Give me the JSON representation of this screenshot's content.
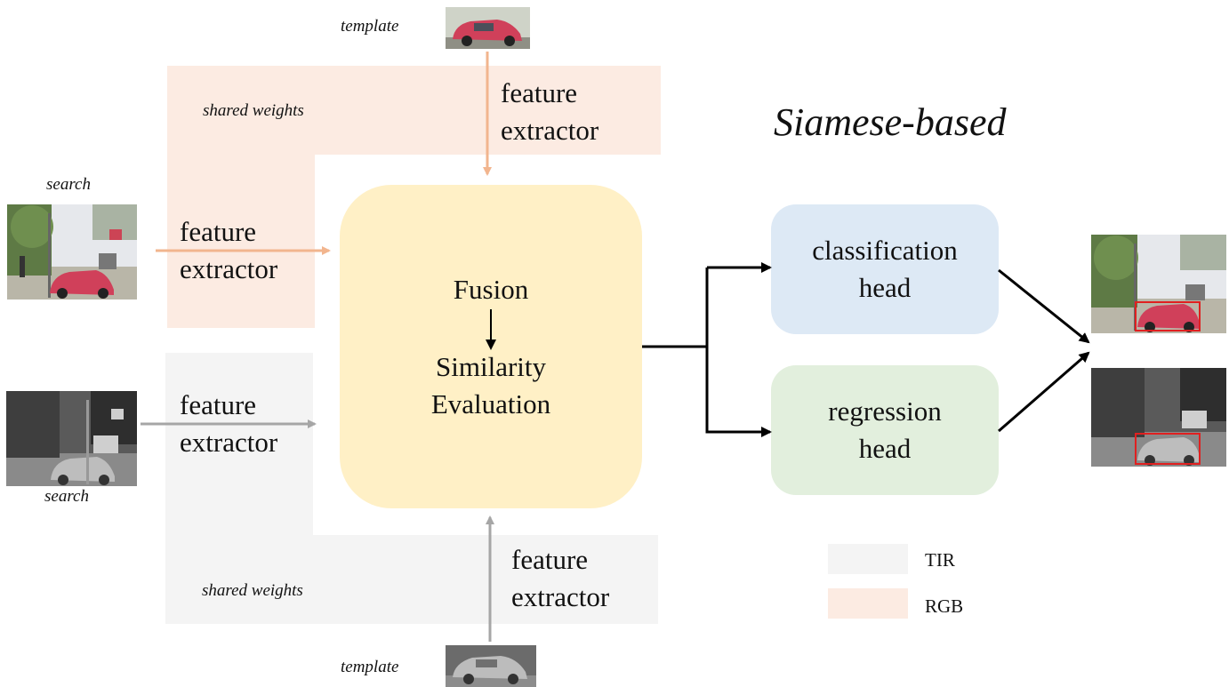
{
  "labels": {
    "template_top": "template",
    "template_bottom": "template",
    "search_top": "search",
    "search_bottom": "search",
    "shared_weights_top": "shared weights",
    "shared_weights_bottom": "shared weights",
    "feature_extractor_line1": "feature",
    "feature_extractor_line2": "extractor",
    "fusion": "Fusion",
    "similarity_line1": "Similarity",
    "similarity_line2": "Evaluation",
    "classification_line1": "classification",
    "classification_line2": "head",
    "regression_line1": "regression",
    "regression_line2": "head",
    "title": "Siamese-based"
  },
  "legend": {
    "items": [
      {
        "label": "TIR",
        "color": "#f4f4f4"
      },
      {
        "label": "RGB",
        "color": "#fcebe2"
      }
    ]
  },
  "colors": {
    "rgb_arrow": "#f2b58e",
    "tir_arrow": "#a6a6a6",
    "main_arrow": "#000000",
    "bbox": "#e02020"
  }
}
